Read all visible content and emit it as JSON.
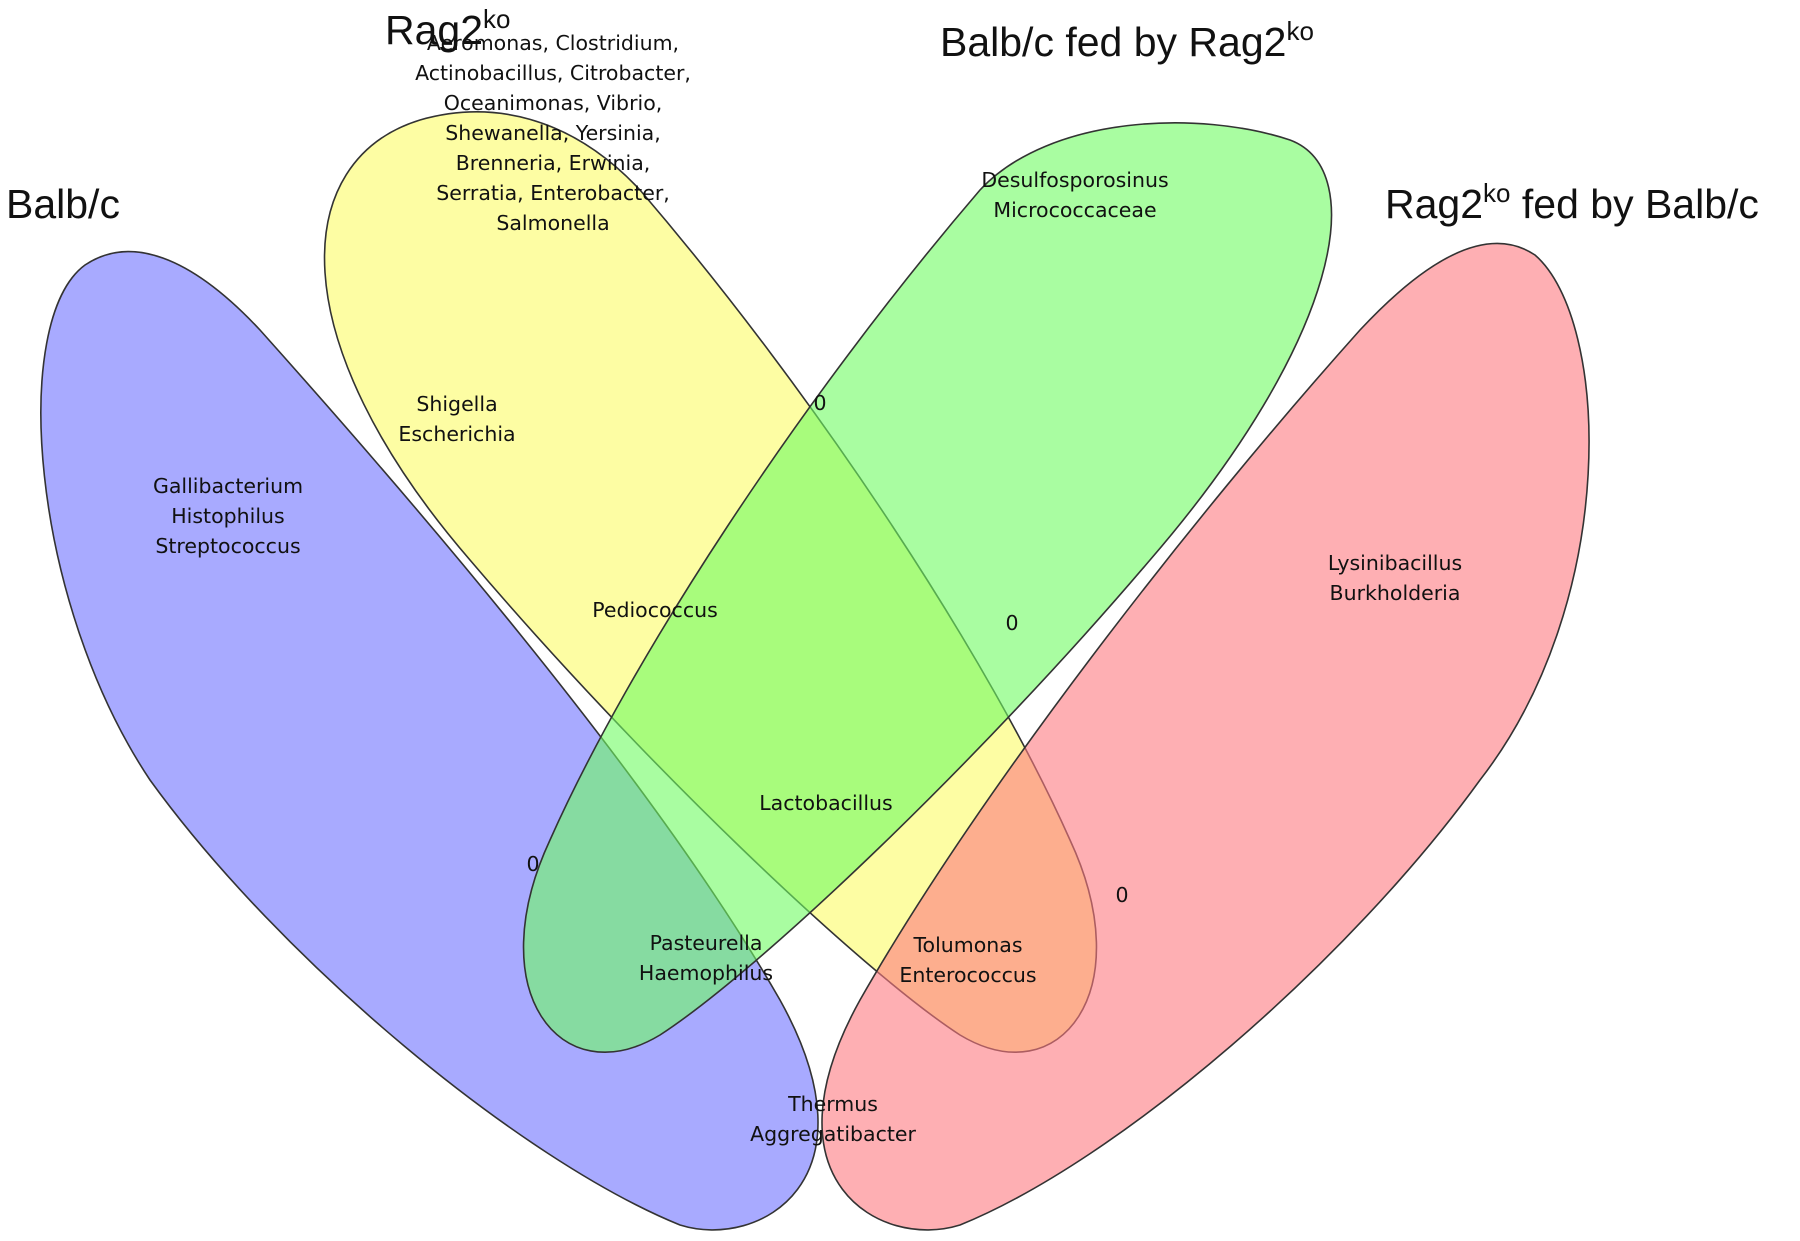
{
  "sets": [
    {
      "id": "balbc",
      "name": "Balb/c",
      "color": "#6e71ff"
    },
    {
      "id": "rag2",
      "name": "Rag2",
      "sup": "ko",
      "color": "#fbfb66"
    },
    {
      "id": "balbc_fed",
      "name": "Balb/c fed by Rag2",
      "sup": "ko",
      "color": "#6ffc62"
    },
    {
      "id": "rag2_fed",
      "name": "Rag2",
      "sup": "ko",
      "suffix": " fed by Balb/c",
      "color": "#fd7a80"
    }
  ],
  "regions": {
    "balbc_only": [
      "Gallibacterium",
      "Histophilus",
      "Streptococcus"
    ],
    "rag2_only": [
      "Aeromonas, Clostridium,",
      "Actinobacillus, Citrobacter,",
      "Oceanimonas, Vibrio,",
      "Shewanella, Yersinia,",
      "Brenneria, Erwinia,",
      "Serratia, Enterobacter,",
      "Salmonella"
    ],
    "balbc_fed_only": [
      "Desulfosporosinus",
      "Micrococcaceae"
    ],
    "rag2_fed_only": [
      "Lysinibacillus",
      "Burkholderia"
    ],
    "balbc_rag2": [
      "Shigella",
      "Escherichia"
    ],
    "rag2_balbcfed": [
      "0"
    ],
    "balbcfed_rag2fed": [
      "0"
    ],
    "balbc_rag2_balbcfed": [
      "Pediococcus"
    ],
    "all_four": [
      "Lactobacillus"
    ],
    "balbc_balbcfed": [
      "0"
    ],
    "rag2_rag2fed": [
      "0"
    ],
    "balbc_rag2_rag2fed": [
      "Pasteurella",
      "Haemophilus"
    ],
    "rag2_balbcfed_rag2fed": [
      "Tolumonas",
      "Enterococcus"
    ],
    "balbc_rag2fed": [
      "Thermus",
      "Aggregatibacter"
    ]
  }
}
